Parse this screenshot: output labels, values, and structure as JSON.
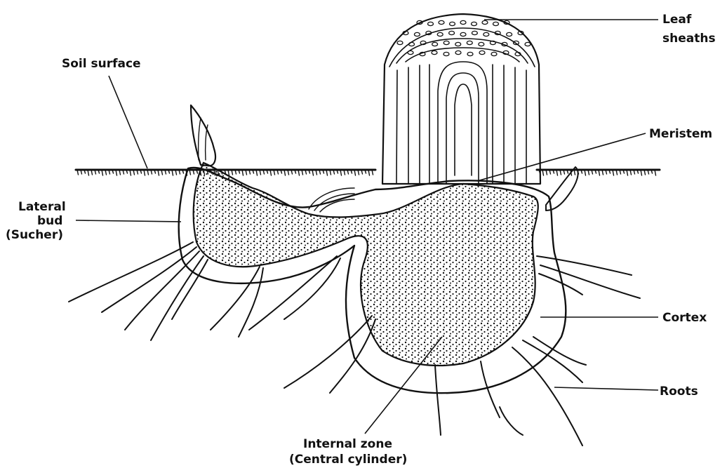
{
  "labels": {
    "leaf_sheaths_line1": "Leaf",
    "leaf_sheaths_line2": "sheaths",
    "soil_surface": "Soil surface",
    "meristem": "Meristem",
    "lateral_bud_line1": "Lateral",
    "lateral_bud_line2": "bud",
    "lateral_bud_line3": "(Sucher)",
    "cortex": "Cortex",
    "roots": "Roots",
    "internal_zone_line1": "Internal zone",
    "internal_zone_line2": "(Central cylinder)"
  },
  "colors": {
    "ink": "#111111",
    "background": "#ffffff"
  }
}
